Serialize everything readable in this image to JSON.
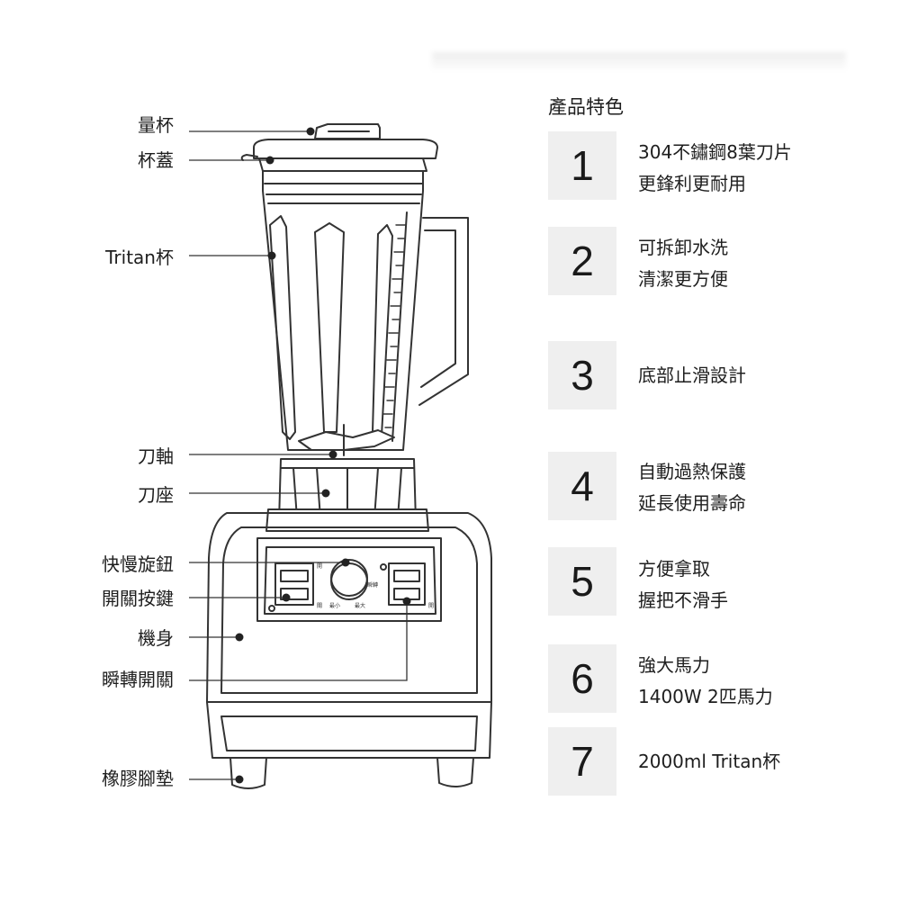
{
  "parts": {
    "measuring_cup": "量杯",
    "lid": "杯蓋",
    "tritan_jar": "Tritan杯",
    "blade_shaft": "刀軸",
    "blade_base": "刀座",
    "speed_knob": "快慢旋鈕",
    "power_switch": "開關按鍵",
    "body": "機身",
    "pulse_switch": "瞬轉開關",
    "rubber_feet": "橡膠腳墊"
  },
  "panel": {
    "mark_on_left": "開",
    "mark_off_left": "關",
    "mark_on_right": "開",
    "mark_max_speed": "最大",
    "mark_min_speed": "最小",
    "mark_pulse": "瞬轉"
  },
  "features": {
    "title": "產品特色",
    "items": [
      {
        "num": "1",
        "lines": [
          "304不鏽鋼8葉刀片",
          "更鋒利更耐用"
        ]
      },
      {
        "num": "2",
        "lines": [
          "可拆卸水洗",
          "清潔更方便"
        ]
      },
      {
        "num": "3",
        "lines": [
          "底部止滑設計"
        ]
      },
      {
        "num": "4",
        "lines": [
          "自動過熱保護",
          "延長使用壽命"
        ]
      },
      {
        "num": "5",
        "lines": [
          "方便拿取",
          "握把不滑手"
        ]
      },
      {
        "num": "6",
        "lines": [
          "強大馬力",
          "1400W  2匹馬力"
        ]
      },
      {
        "num": "7",
        "lines": [
          "2000ml  Tritan杯"
        ]
      }
    ]
  },
  "colors": {
    "line": "#333333",
    "number_box": "#efefef",
    "text": "#1e1e1e"
  }
}
